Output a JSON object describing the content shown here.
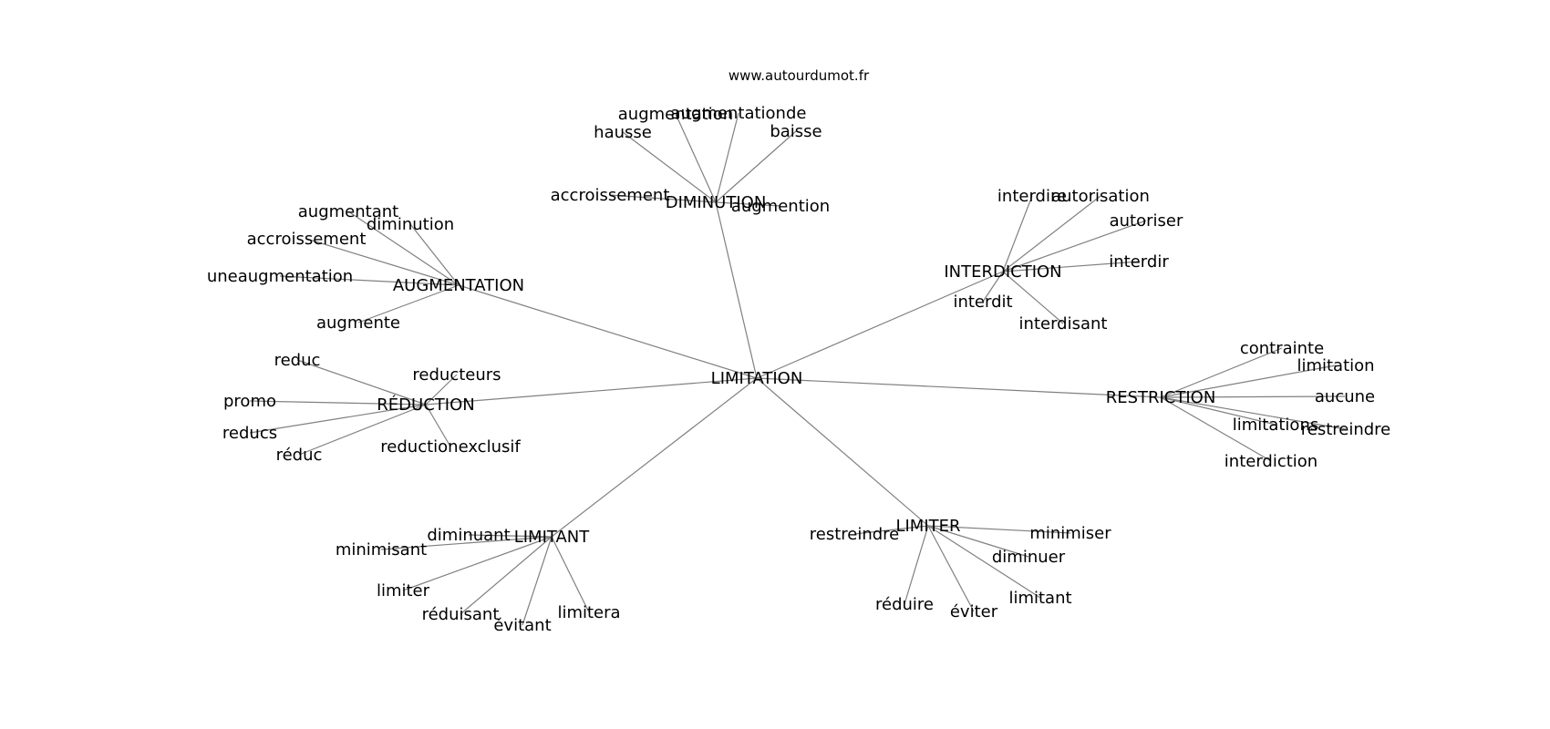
{
  "site": "www.autourdumot.fr",
  "graph": {
    "center": "LIMITATION",
    "clusters": [
      {
        "hub": "DIMINUTION",
        "leaves": [
          "augmentation",
          "augmentationde",
          "hausse",
          "baisse",
          "accroissement",
          "augmention"
        ]
      },
      {
        "hub": "AUGMENTATION",
        "leaves": [
          "augmentant",
          "diminution",
          "accroissement",
          "uneaugmentation",
          "augmente"
        ]
      },
      {
        "hub": "INTERDICTION",
        "leaves": [
          "interdire",
          "autorisation",
          "autoriser",
          "interdir",
          "interdit",
          "interdisant"
        ]
      },
      {
        "hub": "RÉDUCTION",
        "leaves": [
          "reduc",
          "reducteurs",
          "promo",
          "reducs",
          "réduc",
          "reductionexclusif"
        ]
      },
      {
        "hub": "RESTRICTION",
        "leaves": [
          "contrainte",
          "limitation",
          "aucune",
          "limitations",
          "restreindre",
          "interdiction"
        ]
      },
      {
        "hub": "LIMITANT",
        "leaves": [
          "diminuant",
          "minimisant",
          "limiter",
          "réduisant",
          "évitant",
          "limitera"
        ]
      },
      {
        "hub": "LIMITER",
        "leaves": [
          "restreindre",
          "minimiser",
          "diminuer",
          "limitant",
          "réduire",
          "éviter"
        ]
      }
    ]
  }
}
